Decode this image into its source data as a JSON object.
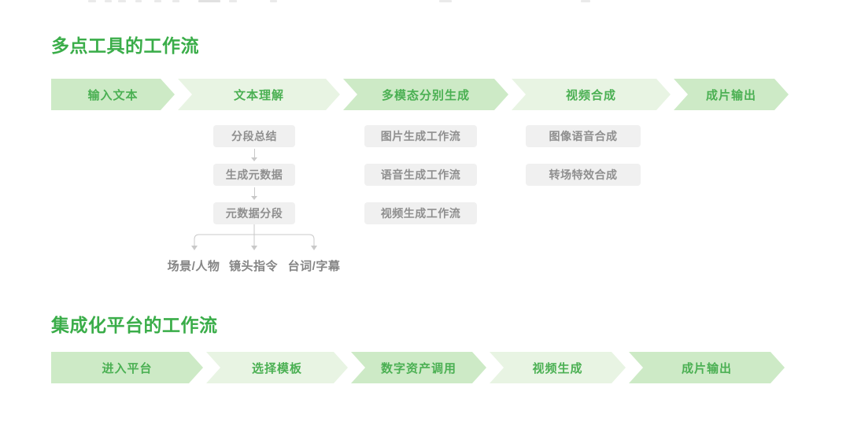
{
  "colors": {
    "title_green": "#3aad49",
    "step_text_green": "#4bb053",
    "chevron_dark": "#cdeac6",
    "chevron_light": "#e8f4e3",
    "box_bg": "#f0f0f0",
    "box_text": "#8f8f8f",
    "leaf_text": "#858585",
    "connector_gray": "#c9c9c9"
  },
  "sections": [
    {
      "title": "多点工具的工作流",
      "steps": [
        {
          "label": "输入文本",
          "shade": "dark"
        },
        {
          "label": "文本理解",
          "shade": "light"
        },
        {
          "label": "多模态分别生成",
          "shade": "dark"
        },
        {
          "label": "视频合成",
          "shade": "light"
        },
        {
          "label": "成片输出",
          "shade": "dark"
        }
      ],
      "columns": [
        {
          "under_step": "文本理解",
          "boxes": [
            "分段总结",
            "生成元数据",
            "元数据分段"
          ],
          "branch_leaves": [
            "场景/人物",
            "镜头指令",
            "台词/字幕"
          ]
        },
        {
          "under_step": "多模态分别生成",
          "boxes": [
            "图片生成工作流",
            "语音生成工作流",
            "视频生成工作流"
          ]
        },
        {
          "under_step": "视频合成",
          "boxes": [
            "图像语音合成",
            "转场特效合成"
          ]
        }
      ]
    },
    {
      "title": "集成化平台的工作流",
      "steps": [
        {
          "label": "进入平台",
          "shade": "dark"
        },
        {
          "label": "选择模板",
          "shade": "light"
        },
        {
          "label": "数字资产调用",
          "shade": "dark"
        },
        {
          "label": "视频生成",
          "shade": "light"
        },
        {
          "label": "成片输出",
          "shade": "dark"
        }
      ]
    }
  ]
}
